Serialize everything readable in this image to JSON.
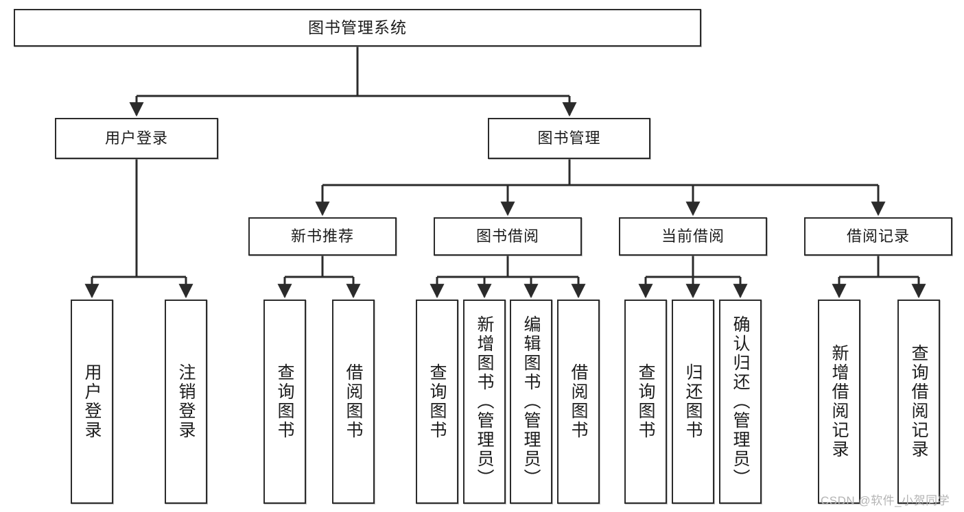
{
  "diagram": {
    "title": "图书管理系统",
    "type": "hierarchy-tree",
    "levels": 4,
    "root": {
      "id": "root",
      "label": "图书管理系统"
    },
    "level2": [
      {
        "id": "user-login",
        "label": "用户登录"
      },
      {
        "id": "book-manage",
        "label": "图书管理"
      }
    ],
    "level3": [
      {
        "id": "new-book-rec",
        "label": "新书推荐",
        "parent": "book-manage"
      },
      {
        "id": "book-borrow",
        "label": "图书借阅",
        "parent": "book-manage"
      },
      {
        "id": "current-borrow",
        "label": "当前借阅",
        "parent": "book-manage"
      },
      {
        "id": "borrow-record",
        "label": "借阅记录",
        "parent": "book-manage"
      }
    ],
    "leaves": [
      {
        "id": "leaf-user-login",
        "label": "用户登录",
        "parent": "user-login"
      },
      {
        "id": "leaf-logout",
        "label": "注销登录",
        "parent": "user-login"
      },
      {
        "id": "leaf-query-book-1",
        "label": "查询图书",
        "parent": "new-book-rec"
      },
      {
        "id": "leaf-borrow-book-1",
        "label": "借阅图书",
        "parent": "new-book-rec"
      },
      {
        "id": "leaf-query-book-2",
        "label": "查询图书",
        "parent": "book-borrow"
      },
      {
        "id": "leaf-add-book",
        "label": "新增图书（管理员）",
        "parent": "book-borrow"
      },
      {
        "id": "leaf-edit-book",
        "label": "编辑图书（管理员）",
        "parent": "book-borrow"
      },
      {
        "id": "leaf-borrow-book-2",
        "label": "借阅图书",
        "parent": "book-borrow"
      },
      {
        "id": "leaf-query-book-3",
        "label": "查询图书",
        "parent": "current-borrow"
      },
      {
        "id": "leaf-return-book",
        "label": "归还图书",
        "parent": "current-borrow"
      },
      {
        "id": "leaf-confirm-return",
        "label": "确认归还（管理员）",
        "parent": "current-borrow"
      },
      {
        "id": "leaf-add-record",
        "label": "新增借阅记录",
        "parent": "borrow-record"
      },
      {
        "id": "leaf-query-record",
        "label": "查询借阅记录",
        "parent": "borrow-record"
      }
    ],
    "watermark": "CSDN @软件_小贺同学",
    "colors": {
      "stroke": "#2b2b2b",
      "fill": "#ffffff",
      "text": "#1c1c1c",
      "watermark": "#b4b4b4"
    }
  }
}
